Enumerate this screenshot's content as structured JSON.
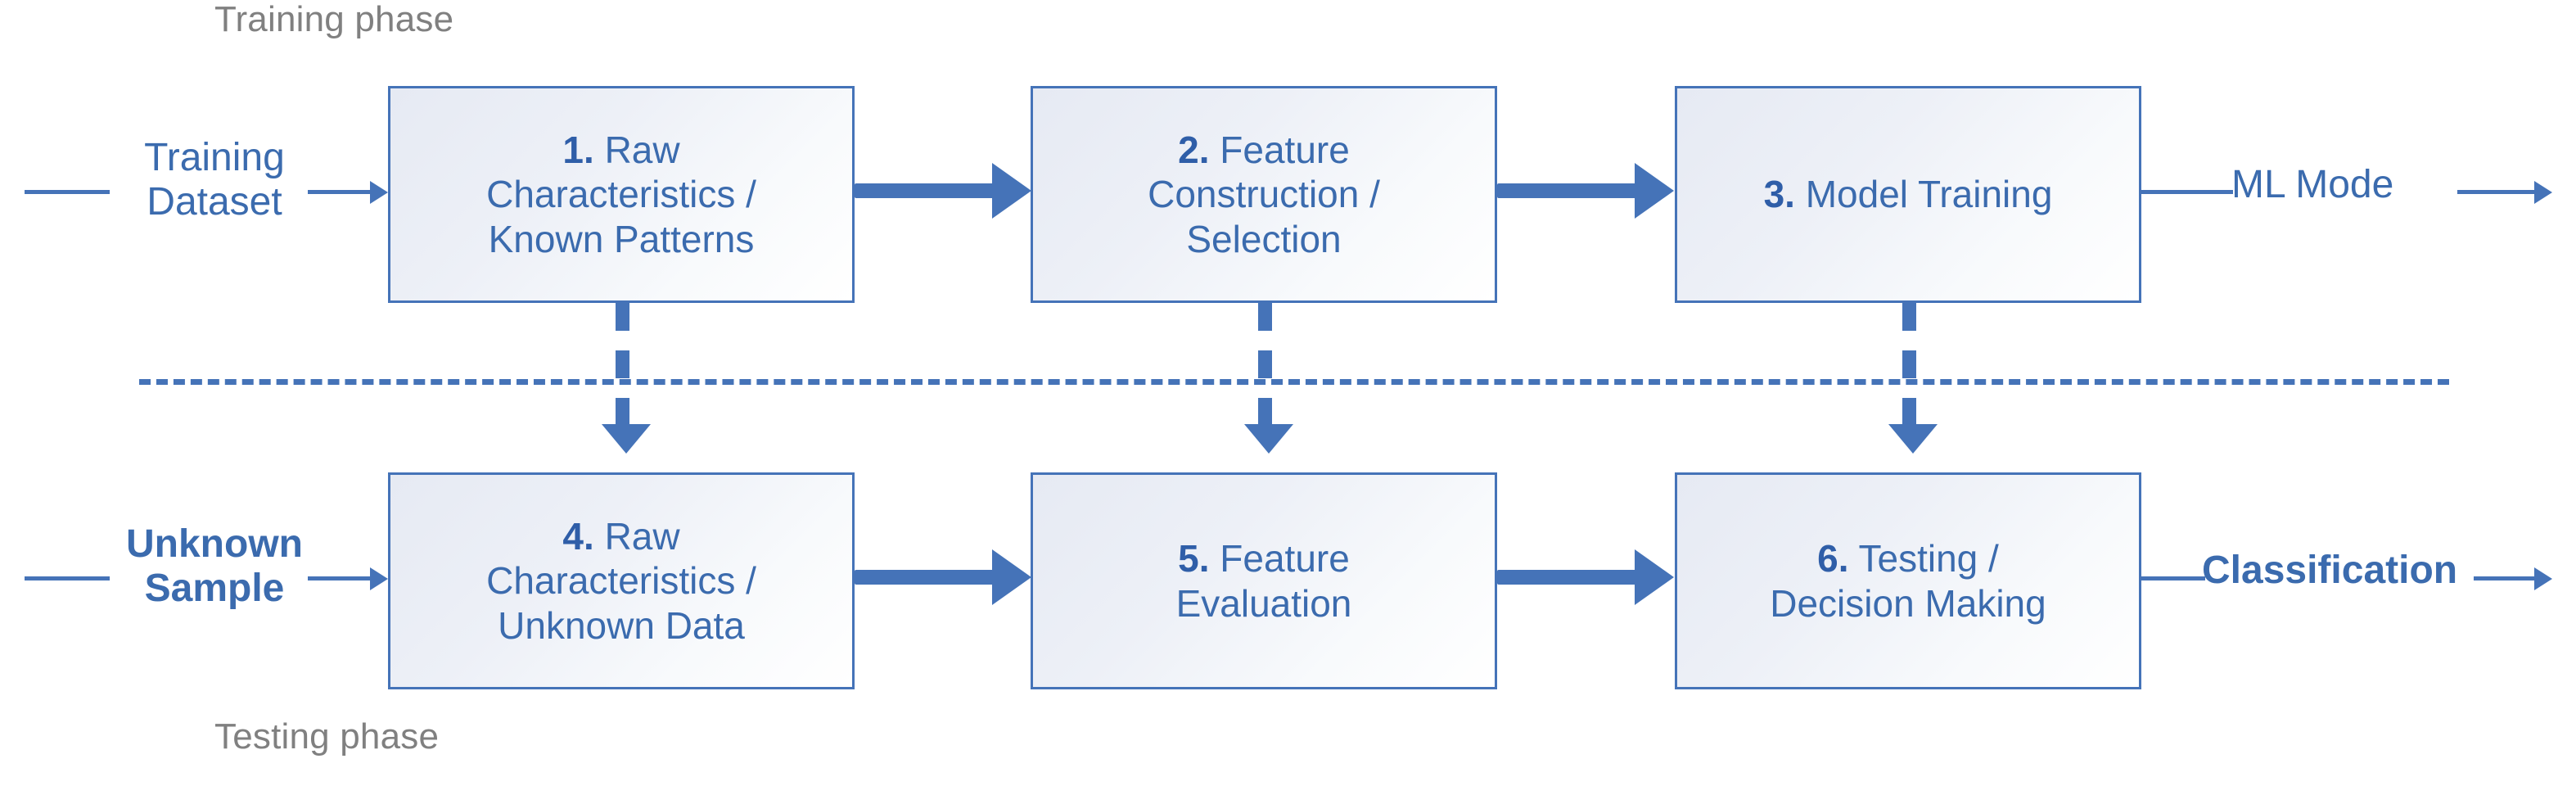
{
  "diagram": {
    "title": "Machine Learning Training and Testing Phases",
    "colors": {
      "box_border": "#4573B8",
      "box_text": "#3B6BAE",
      "arrow": "#4573B8",
      "phase_label": "#808080",
      "box_fill_start": "#E6EAF3",
      "box_fill_end": "#FFFFFF"
    },
    "phases": {
      "training_label": "Training phase",
      "testing_label": "Testing phase"
    },
    "inputs": [
      {
        "id": "training-dataset",
        "line1": "Training",
        "line2": "Dataset",
        "bold": false
      },
      {
        "id": "unknown-sample",
        "line1": "Unknown",
        "line2": "Sample",
        "bold": true
      }
    ],
    "outputs": [
      {
        "id": "ml-model",
        "text": "ML Mode",
        "bold": false
      },
      {
        "id": "classification",
        "text": "Classification",
        "bold": true
      }
    ],
    "boxes": [
      {
        "num": "1.",
        "line1": "Raw",
        "line2": "Characteristics /",
        "line3": "Known Patterns",
        "row": "training"
      },
      {
        "num": "2.",
        "line1": "Feature",
        "line2": "Construction /",
        "line3": "Selection",
        "row": "training"
      },
      {
        "num": "3.",
        "line1": "Model Training",
        "line2": "",
        "line3": "",
        "row": "training"
      },
      {
        "num": "4.",
        "line1": "Raw",
        "line2": "Characteristics /",
        "line3": "Unknown Data",
        "row": "testing"
      },
      {
        "num": "5.",
        "line1": "Feature",
        "line2": "Evaluation",
        "line3": "",
        "row": "testing"
      },
      {
        "num": "6.",
        "line1": "Testing /",
        "line2": "Decision Making",
        "line3": "",
        "row": "testing"
      }
    ]
  }
}
